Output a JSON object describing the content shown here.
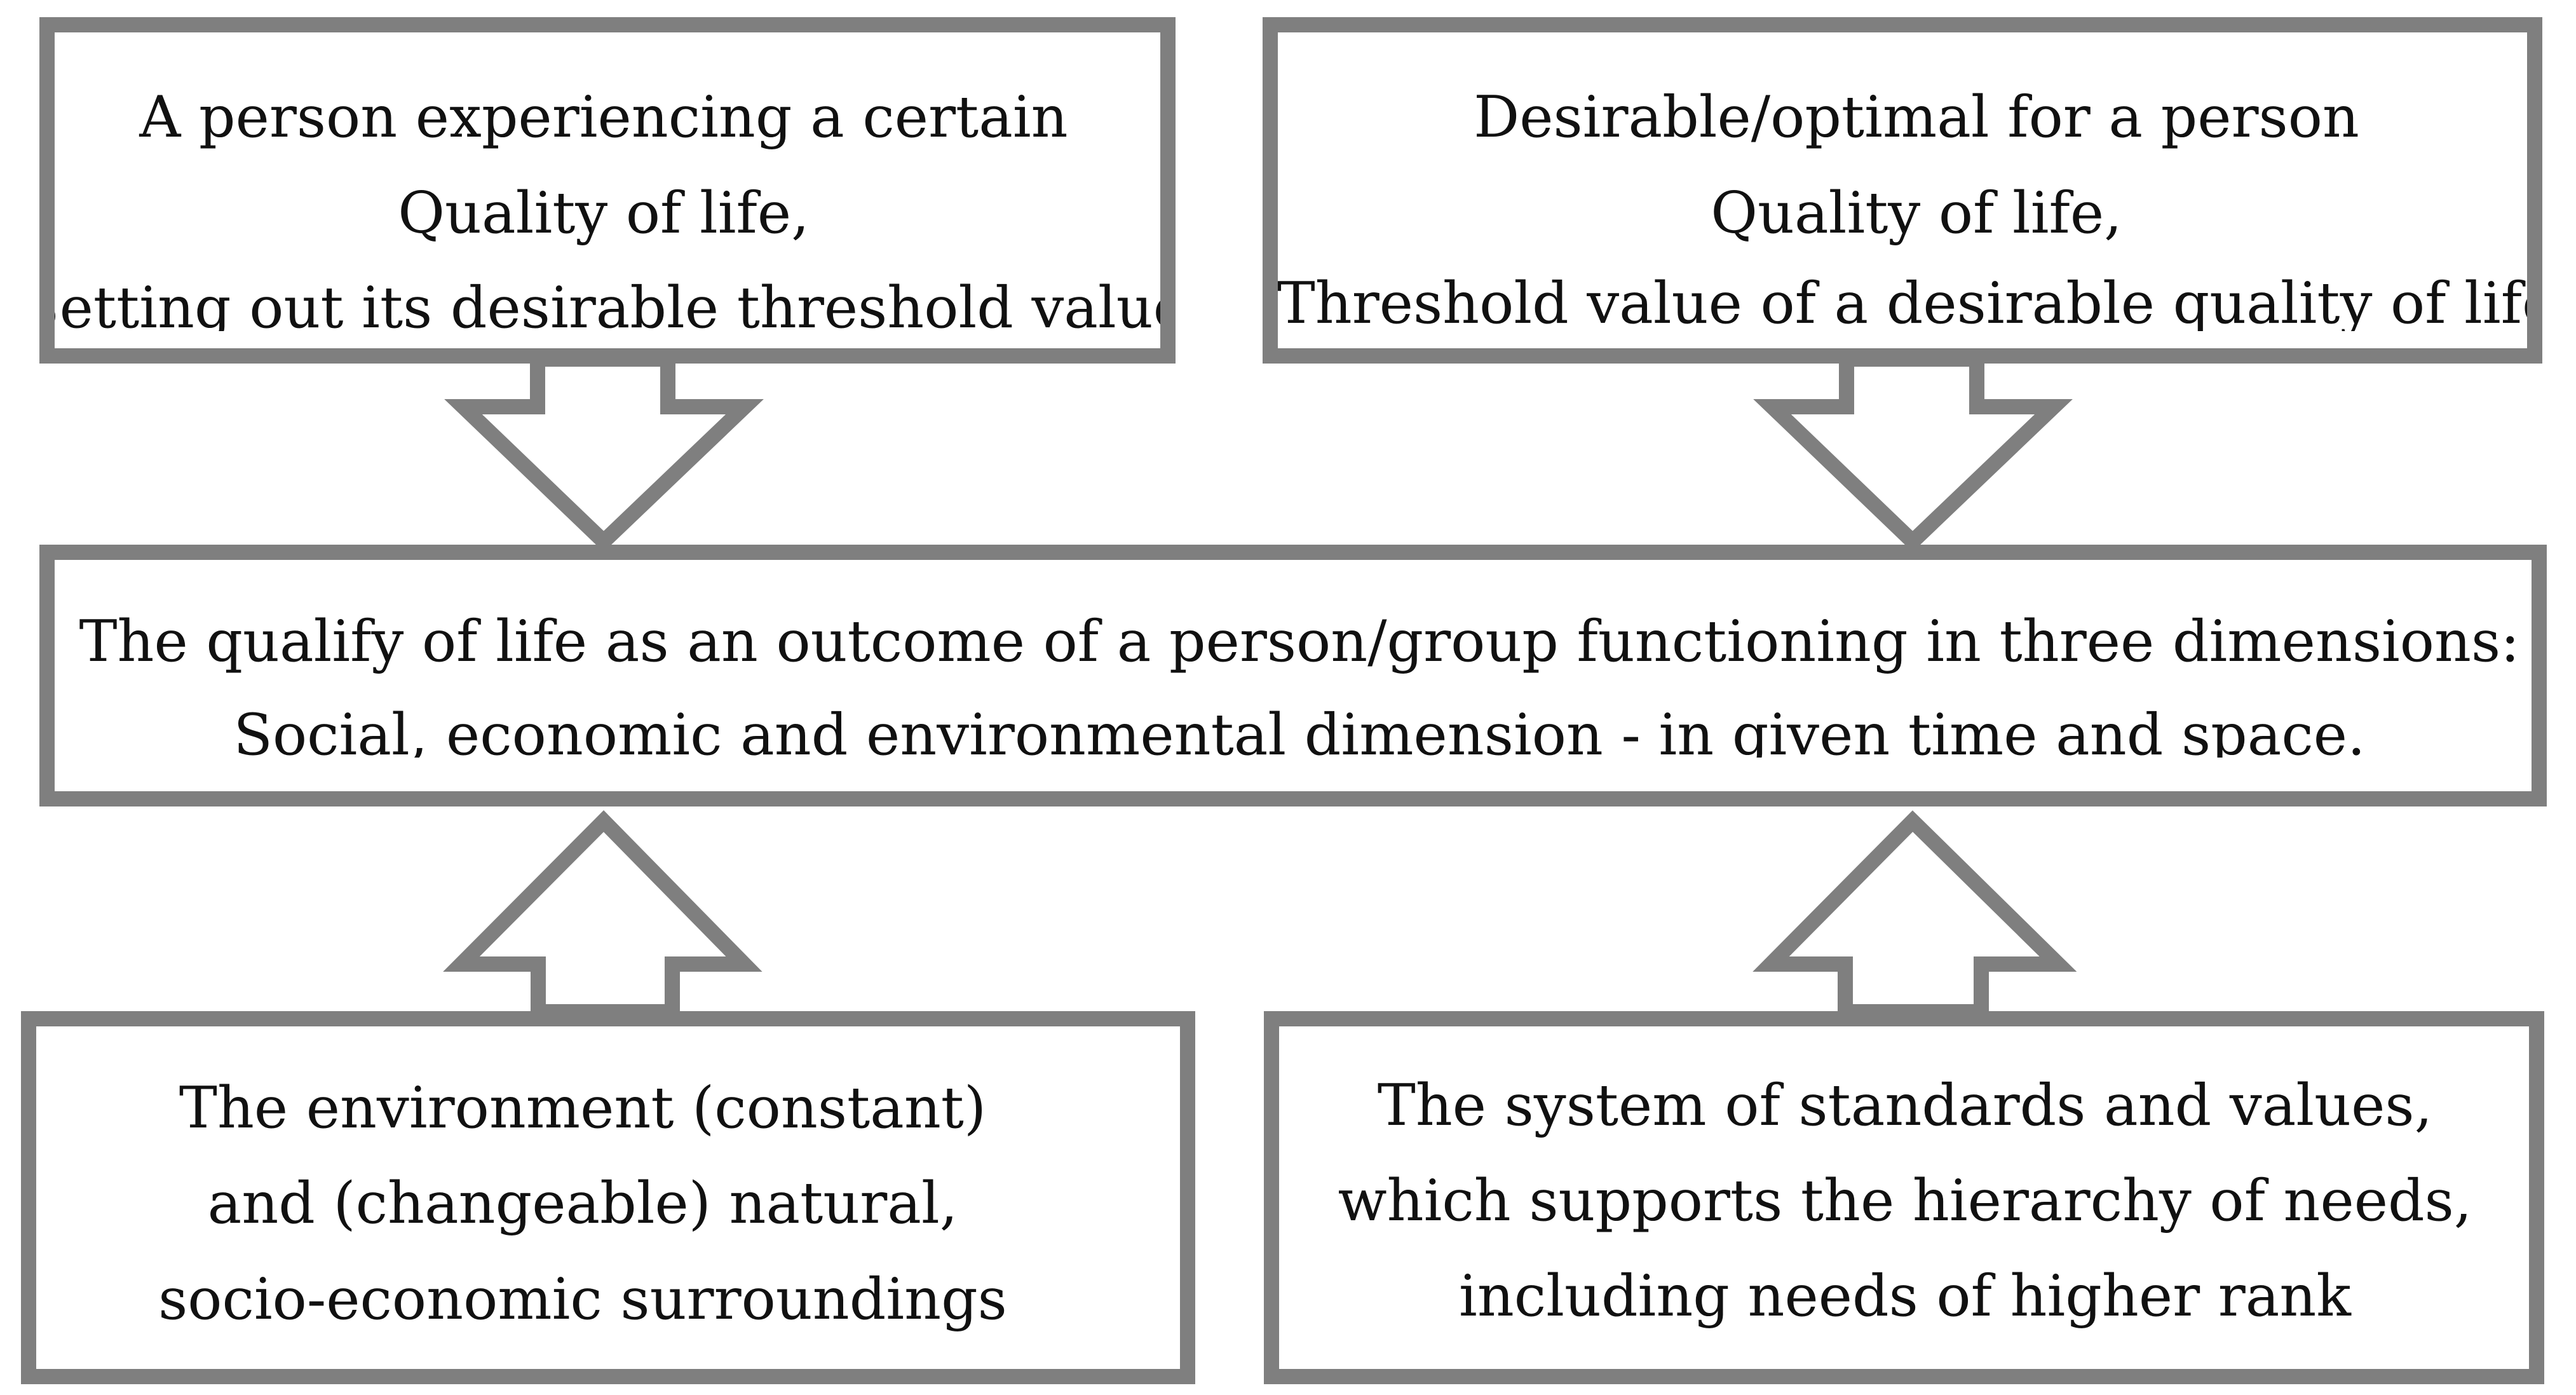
{
  "diagram": {
    "stroke_color": "#7f7f7f",
    "text_color": "#111111",
    "boxes": {
      "top_left": {
        "lines": [
          "A person experiencing a certain",
          "Quality of life,",
          "Setting out its desirable threshold value"
        ]
      },
      "top_right": {
        "lines": [
          "Desirable/optimal for a person",
          "Quality of life,",
          "Threshold value of a desirable quality of life"
        ]
      },
      "center": {
        "lines": [
          "The qualify of life as an outcome of a person/group functioning in three dimensions:",
          "Social, economic and environmental dimension - in given time and space."
        ]
      },
      "bottom_left": {
        "lines": [
          "The environment (constant)",
          "and (changeable) natural,",
          "socio-economic surroundings"
        ]
      },
      "bottom_right": {
        "lines": [
          "The system of standards and values,",
          "which supports the hierarchy of needs,",
          "including needs of higher rank"
        ]
      }
    },
    "arrows": [
      {
        "from": "top_left",
        "to": "center",
        "direction": "down"
      },
      {
        "from": "top_right",
        "to": "center",
        "direction": "down"
      },
      {
        "from": "bottom_left",
        "to": "center",
        "direction": "up"
      },
      {
        "from": "bottom_right",
        "to": "center",
        "direction": "up"
      }
    ]
  }
}
